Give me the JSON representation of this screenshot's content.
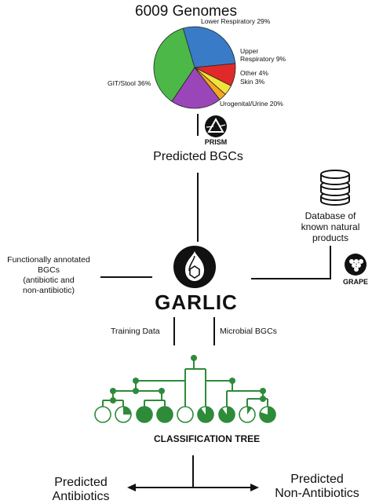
{
  "header": {
    "title": "6009 Genomes"
  },
  "pie": {
    "slices": [
      {
        "label": "Lower Respiratory 29%",
        "pct": 29,
        "color": "#3a7bc8"
      },
      {
        "label": "Upper Respiratory 9%",
        "pct": 9,
        "color": "#e02a2a"
      },
      {
        "label": "Other 4%",
        "pct": 4,
        "color": "#f2e23c"
      },
      {
        "label": "Skin 3%",
        "pct": 3,
        "color": "#f5a623"
      },
      {
        "label": "Urogenital/Urine 20%",
        "pct": 20,
        "color": "#9b46b8"
      },
      {
        "label": "GIT/Stool 36%",
        "pct": 36,
        "color": "#4cb848"
      }
    ],
    "labels": {
      "lower": "Lower Respiratory 29%",
      "upper_1": "Upper",
      "upper_2": "Respiratory 9%",
      "other": "Other 4%",
      "skin": "Skin 3%",
      "uro": "Urogenital/Urine 20%",
      "git": "GIT/Stool 36%"
    }
  },
  "prism": {
    "name": "PRISM"
  },
  "predicted_bgcs": "Predicted BGCs",
  "database": {
    "line1": "Database of",
    "line2": "known natural",
    "line3": "products"
  },
  "grape": {
    "name": "GRAPE"
  },
  "functional": {
    "line1": "Functionally annotated",
    "line2": "BGCs",
    "line3": "(antibiotic and",
    "line4": "non-antibiotic)"
  },
  "garlic": {
    "name": "GARLIC"
  },
  "training_data": "Training Data",
  "microbial_bgcs": "Microbial BGCs",
  "tree": {
    "title": "CLASSIFICATION TREE",
    "green": "#2e8b3a",
    "leaf_fill_fractions": [
      0,
      0.25,
      1,
      1,
      0,
      0.9,
      0.9,
      0.1,
      0.8
    ]
  },
  "outputs": {
    "left_1": "Predicted",
    "left_2": "Antibiotics",
    "right_1": "Predicted",
    "right_2": "Non-Antibiotics"
  }
}
